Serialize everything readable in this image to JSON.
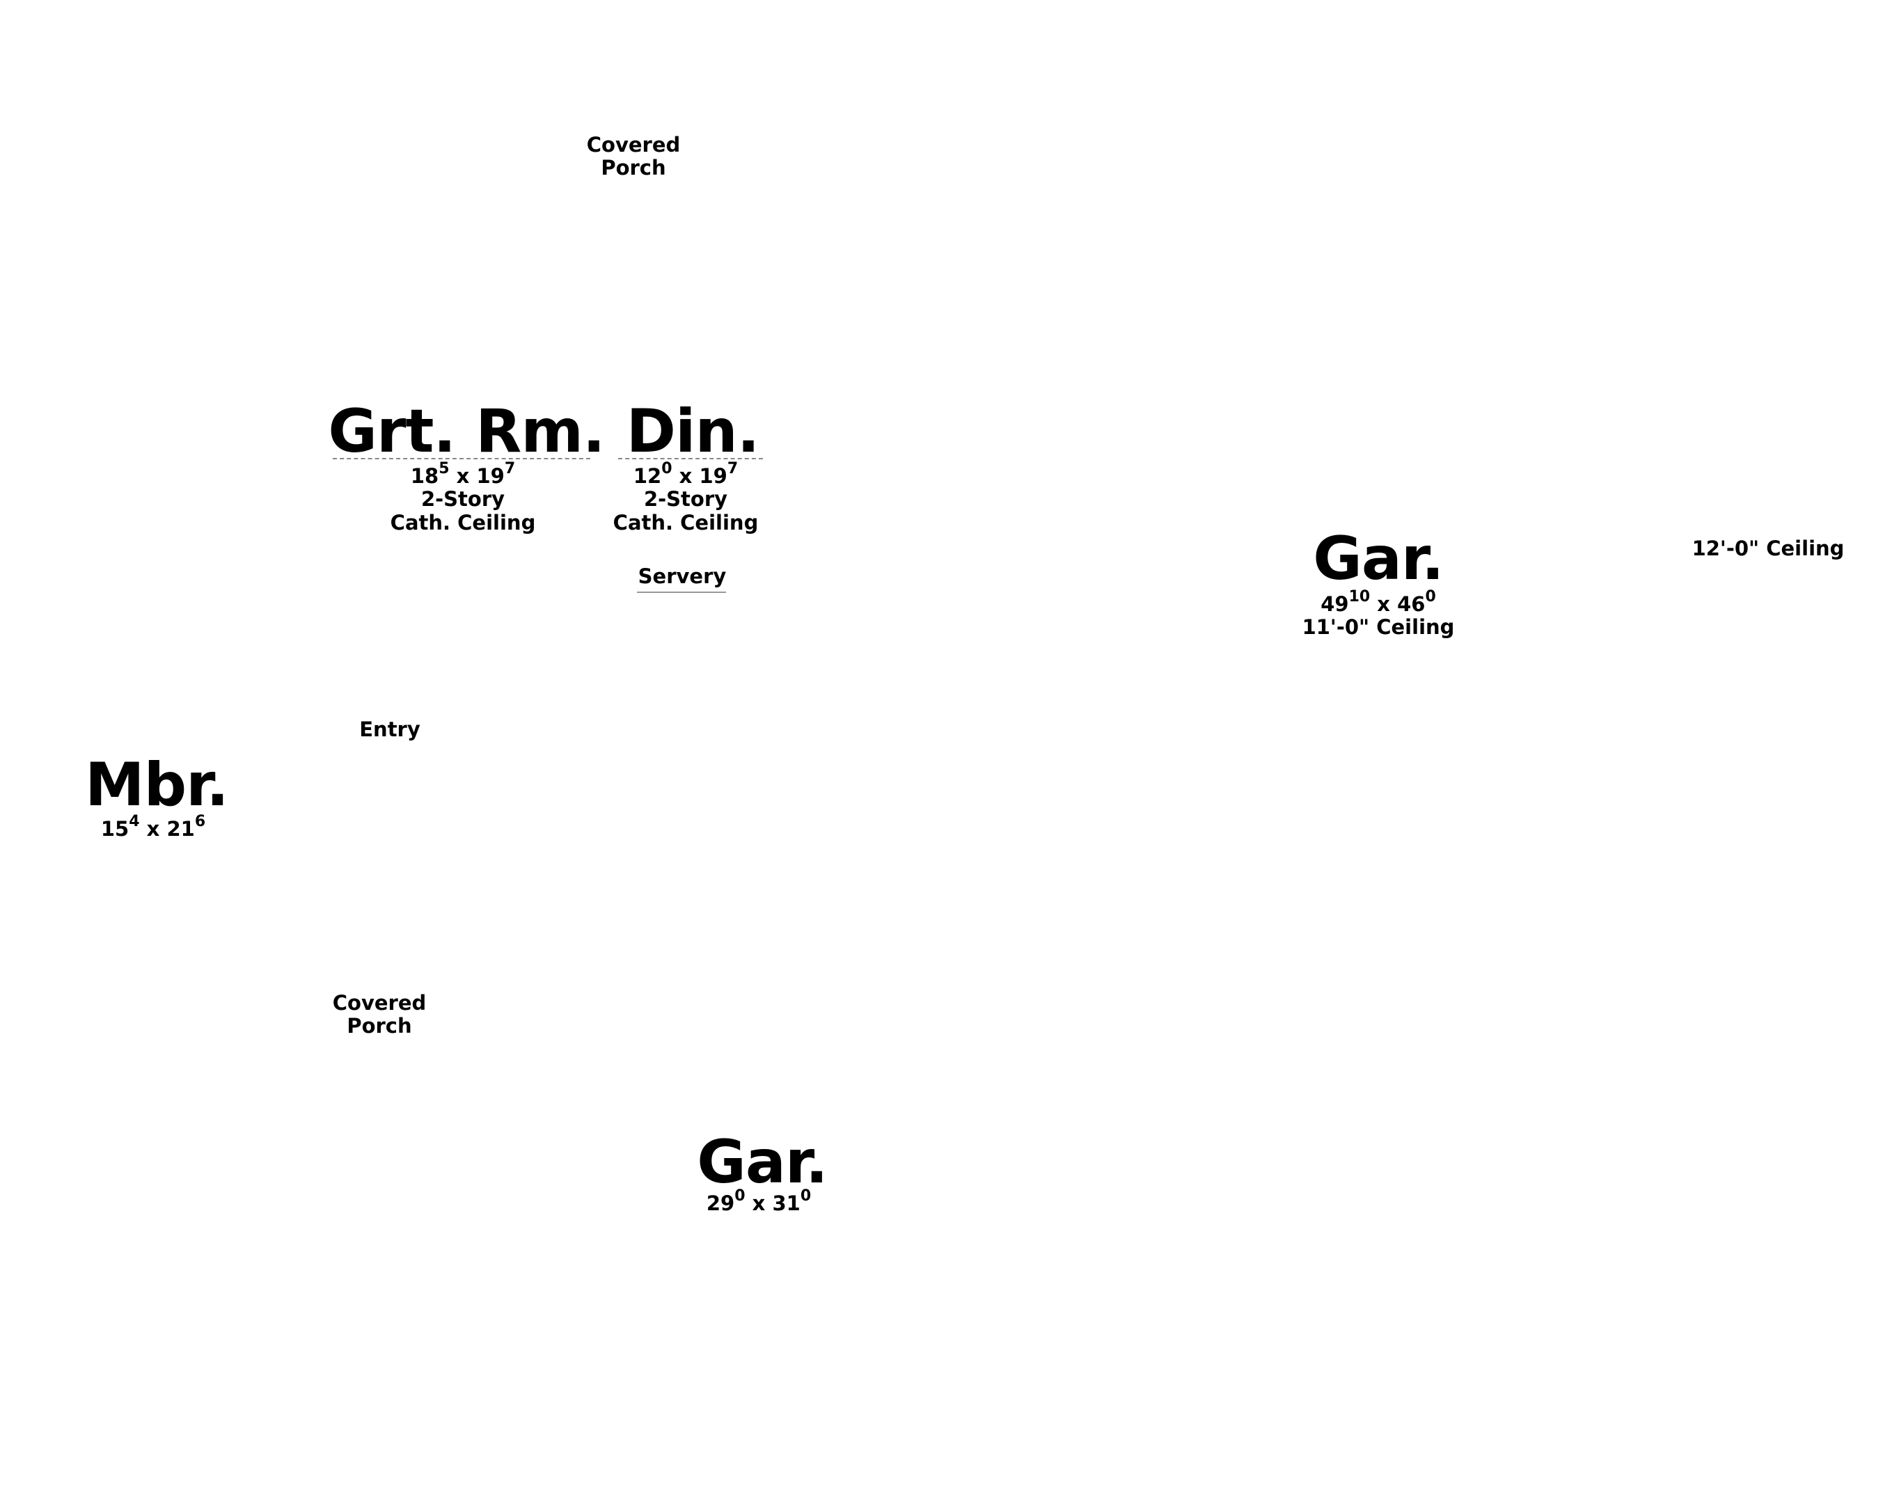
{
  "rooms": {
    "covered_porch_top": {
      "line1": "Covered",
      "line2": "Porch"
    },
    "grt_rm": {
      "name": "Grt. Rm.",
      "w": "18",
      "w_sup": "5",
      "x": "x",
      "l": "19",
      "l_sup": "7",
      "note1": "2-Story",
      "note2": "Cath. Ceiling"
    },
    "din": {
      "name": "Din.",
      "w": "12",
      "w_sup": "0",
      "x": "x",
      "l": "19",
      "l_sup": "7",
      "note1": "2-Story",
      "note2": "Cath. Ceiling"
    },
    "servery": {
      "name": "Servery"
    },
    "gar_large": {
      "name": "Gar.",
      "w": "49",
      "w_sup": "10",
      "x": "x",
      "l": "46",
      "l_sup": "0",
      "note1": "11'-0\" Ceiling"
    },
    "ceiling_note_right": {
      "text": "12'-0\" Ceiling"
    },
    "entry": {
      "name": "Entry"
    },
    "mbr": {
      "name": "Mbr.",
      "w": "15",
      "w_sup": "4",
      "x": "x",
      "l": "21",
      "l_sup": "6"
    },
    "covered_porch_bottom": {
      "line1": "Covered",
      "line2": "Porch"
    },
    "gar_small": {
      "name": "Gar.",
      "w": "29",
      "w_sup": "0",
      "x": "x",
      "l": "31",
      "l_sup": "0"
    }
  }
}
